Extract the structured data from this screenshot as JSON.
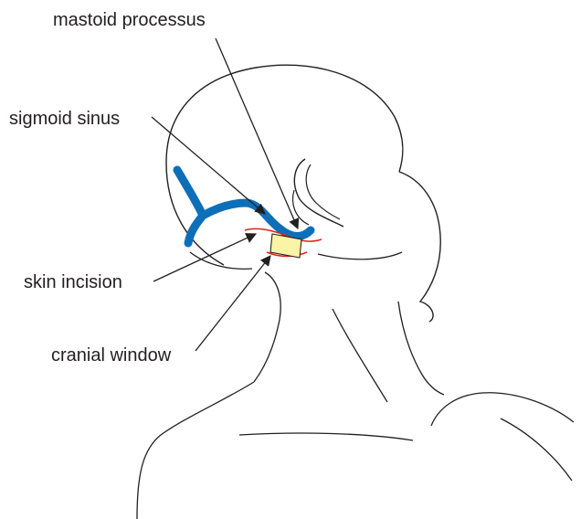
{
  "labels": {
    "mastoid_processus": "mastoid processus",
    "sigmoid_sinus": "sigmoid sinus",
    "skin_incision": "skin incision",
    "cranial_window": "cranial window"
  },
  "colors": {
    "outline": "#231f20",
    "sinus": "#0d6fb8",
    "incision": "#e2231a",
    "window_fill": "#fbf3a6"
  }
}
